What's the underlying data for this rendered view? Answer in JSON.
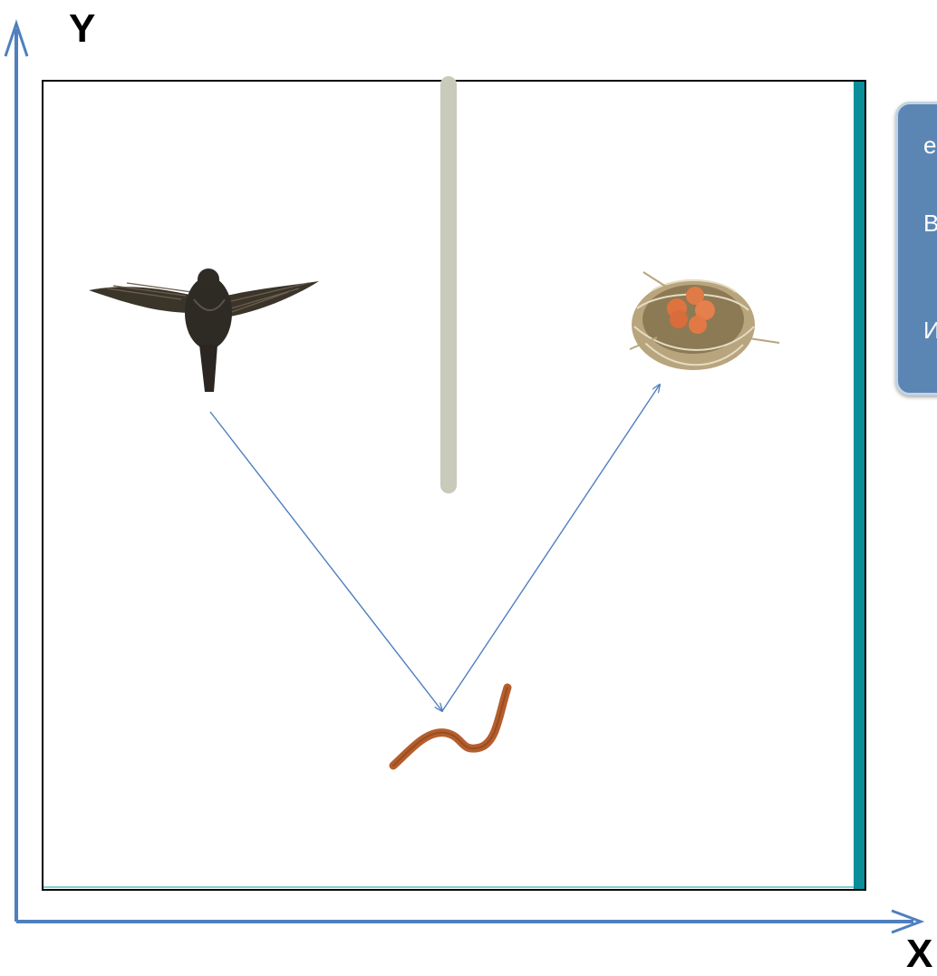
{
  "axes": {
    "x_label": "X",
    "y_label": "Y"
  },
  "scene": {
    "objects": [
      "bird",
      "worm",
      "nest"
    ],
    "path": [
      {
        "from": "bird",
        "to": "worm"
      },
      {
        "from": "worm",
        "to": "nest"
      }
    ]
  },
  "side_panel": {
    "items": [
      "е",
      "В",
      "И"
    ]
  },
  "colors": {
    "axis": "#4f7fbf",
    "path": "#4f7fbf",
    "frame_accent": "#0a8f9a",
    "wall": "#c9cab9",
    "panel": "#5b86b4"
  }
}
